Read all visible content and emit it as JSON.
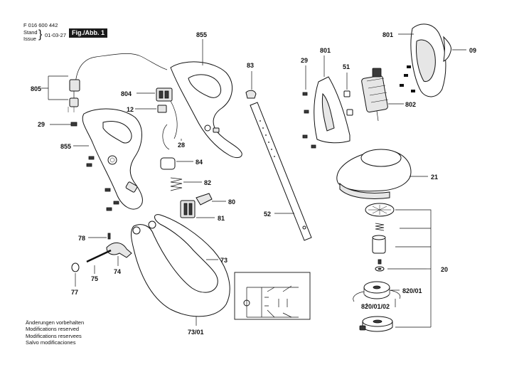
{
  "header": {
    "doc_number": "F 016 600 442",
    "stand_label": "Stand",
    "issue_label": "Issue",
    "date": "01-03-27",
    "figure": "Fig./Abb. 1"
  },
  "footer": {
    "notes": [
      "Änderungen vorbehalten",
      "Modifications reserved",
      "Modifications reservees",
      "Salvo modificaciones"
    ]
  },
  "labels": {
    "p855_top": "855",
    "p855_left": "855",
    "p805": "805",
    "p29_left": "29",
    "p804": "804",
    "p12": "12",
    "p28": "28",
    "p84": "84",
    "p82": "82",
    "p80": "80",
    "p81": "81",
    "p83": "83",
    "p52": "52",
    "p78": "78",
    "p74": "74",
    "p75": "75",
    "p77": "77",
    "p73": "73",
    "p73_01": "73/01",
    "p29_right": "29",
    "p801_mid": "801",
    "p51": "51",
    "p802": "802",
    "p801_top": "801",
    "p09": "09",
    "p21": "21",
    "p20": "20",
    "p820_01": "820/01",
    "p820_01_02": "820/01/02"
  }
}
